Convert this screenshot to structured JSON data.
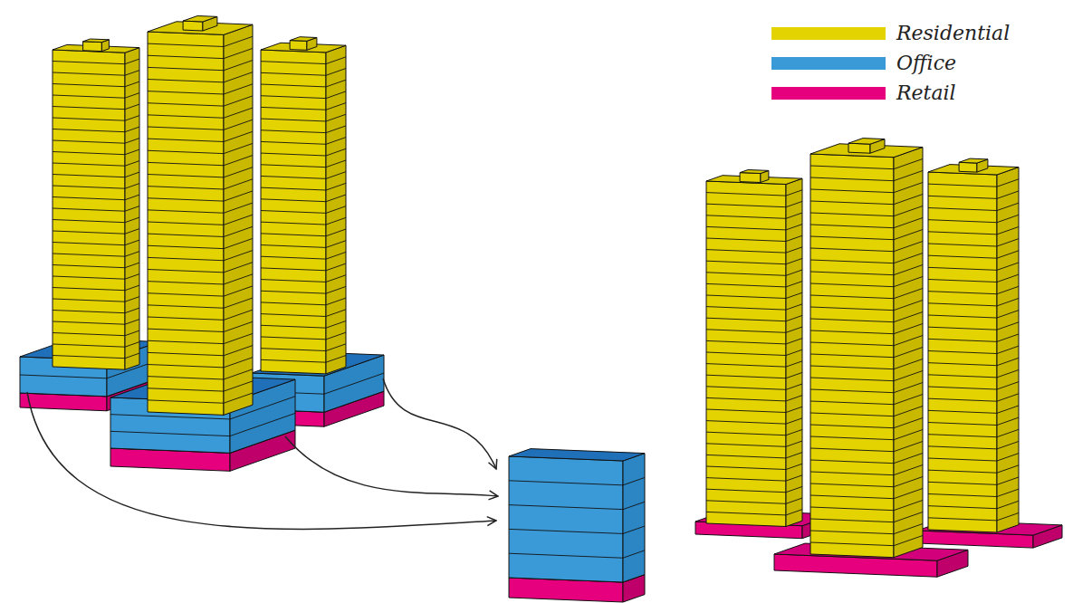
{
  "diagram": {
    "legend": [
      {
        "text": "Residential",
        "color": "#e3d300"
      },
      {
        "text": "Office",
        "color": "#3a9ad8"
      },
      {
        "text": "Retail",
        "color": "#e6007e"
      }
    ]
  }
}
